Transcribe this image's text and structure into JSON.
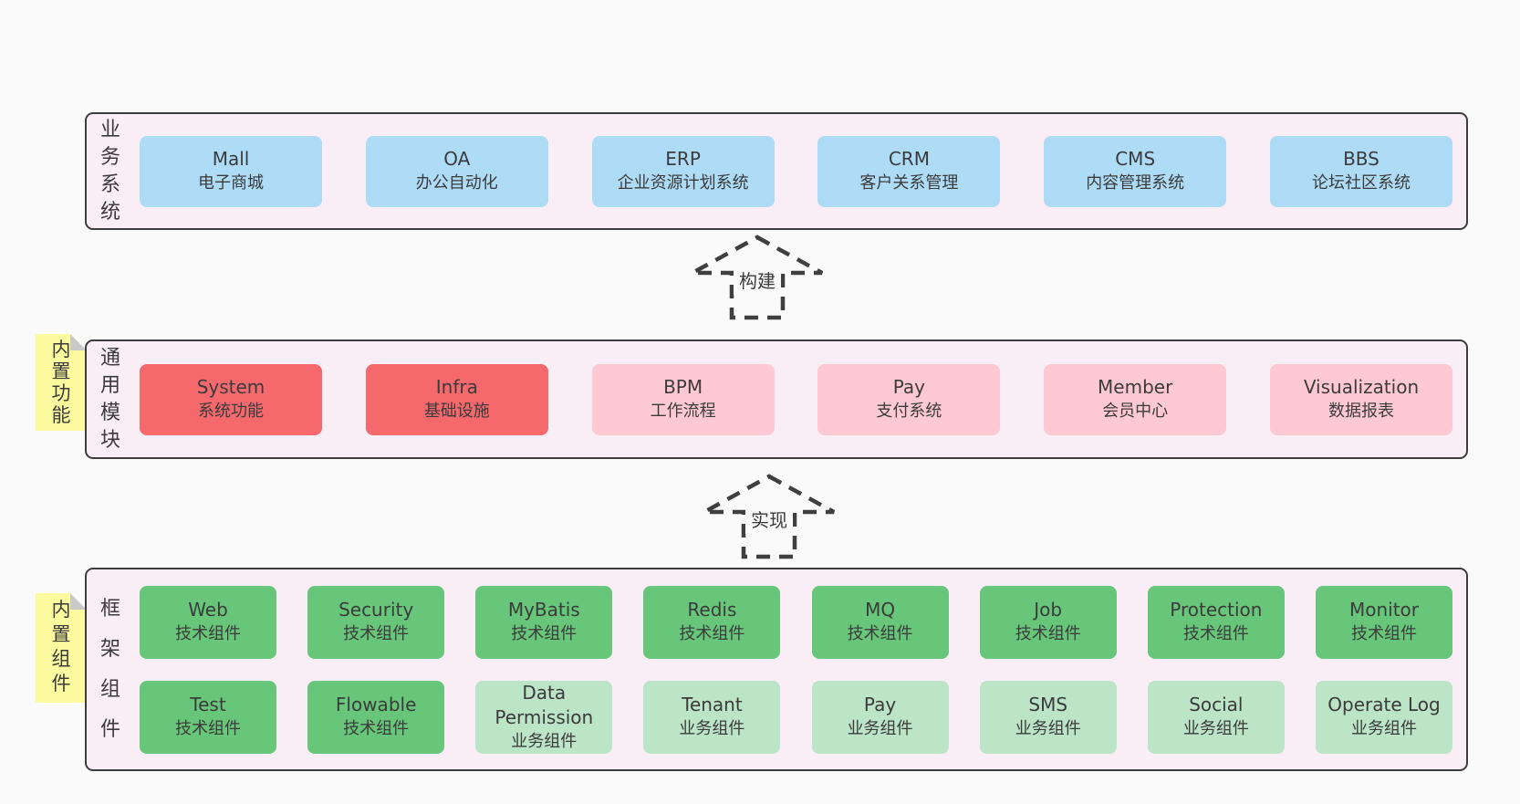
{
  "palette": {
    "page_bg": "#fafafa",
    "panel_bg": "#f9edf6",
    "panel_border": "#3d3d3d",
    "text": "#3b3b3b",
    "arrow": "#3f3f3f",
    "blue": "#aedcf7",
    "red": "#f5696d",
    "pink": "#ffc9d3",
    "green": "#67c679",
    "light_green": "#bce4c6",
    "note_yellow": "#fbfa9e",
    "note_fold": "#c9c9c9"
  },
  "sections": [
    {
      "id": "business-systems",
      "label": "业务系统",
      "note": null,
      "rows": [
        [
          {
            "name": "Mall",
            "subtitle": "电子商城",
            "variant": "blue"
          },
          {
            "name": "OA",
            "subtitle": "办公自动化",
            "variant": "blue"
          },
          {
            "name": "ERP",
            "subtitle": "企业资源计划系统",
            "variant": "blue"
          },
          {
            "name": "CRM",
            "subtitle": "客户关系管理",
            "variant": "blue"
          },
          {
            "name": "CMS",
            "subtitle": "内容管理系统",
            "variant": "blue"
          },
          {
            "name": "BBS",
            "subtitle": "论坛社区系统",
            "variant": "blue"
          }
        ]
      ]
    },
    {
      "id": "common-modules",
      "label": "通用模块",
      "note": "内置功能",
      "rows": [
        [
          {
            "name": "System",
            "subtitle": "系统功能",
            "variant": "red"
          },
          {
            "name": "Infra",
            "subtitle": "基础设施",
            "variant": "red"
          },
          {
            "name": "BPM",
            "subtitle": "工作流程",
            "variant": "pink"
          },
          {
            "name": "Pay",
            "subtitle": "支付系统",
            "variant": "pink"
          },
          {
            "name": "Member",
            "subtitle": "会员中心",
            "variant": "pink"
          },
          {
            "name": "Visualization",
            "subtitle": "数据报表",
            "variant": "pink"
          }
        ]
      ]
    },
    {
      "id": "framework-components",
      "label": "框架组件",
      "note": "内置组件",
      "rows": [
        [
          {
            "name": "Web",
            "subtitle": "技术组件",
            "variant": "green"
          },
          {
            "name": "Security",
            "subtitle": "技术组件",
            "variant": "green"
          },
          {
            "name": "MyBatis",
            "subtitle": "技术组件",
            "variant": "green"
          },
          {
            "name": "Redis",
            "subtitle": "技术组件",
            "variant": "green"
          },
          {
            "name": "MQ",
            "subtitle": "技术组件",
            "variant": "green"
          },
          {
            "name": "Job",
            "subtitle": "技术组件",
            "variant": "green"
          },
          {
            "name": "Protection",
            "subtitle": "技术组件",
            "variant": "green"
          },
          {
            "name": "Monitor",
            "subtitle": "技术组件",
            "variant": "green"
          }
        ],
        [
          {
            "name": "Test",
            "subtitle": "技术组件",
            "variant": "green"
          },
          {
            "name": "Flowable",
            "subtitle": "技术组件",
            "variant": "green"
          },
          {
            "name": "Data Permission",
            "subtitle": "业务组件",
            "variant": "light_green"
          },
          {
            "name": "Tenant",
            "subtitle": "业务组件",
            "variant": "light_green"
          },
          {
            "name": "Pay",
            "subtitle": "业务组件",
            "variant": "light_green"
          },
          {
            "name": "SMS",
            "subtitle": "业务组件",
            "variant": "light_green"
          },
          {
            "name": "Social",
            "subtitle": "业务组件",
            "variant": "light_green"
          },
          {
            "name": "Operate Log",
            "subtitle": "业务组件",
            "variant": "light_green"
          }
        ]
      ]
    }
  ],
  "arrows": [
    {
      "label": "构建"
    },
    {
      "label": "实现"
    }
  ]
}
